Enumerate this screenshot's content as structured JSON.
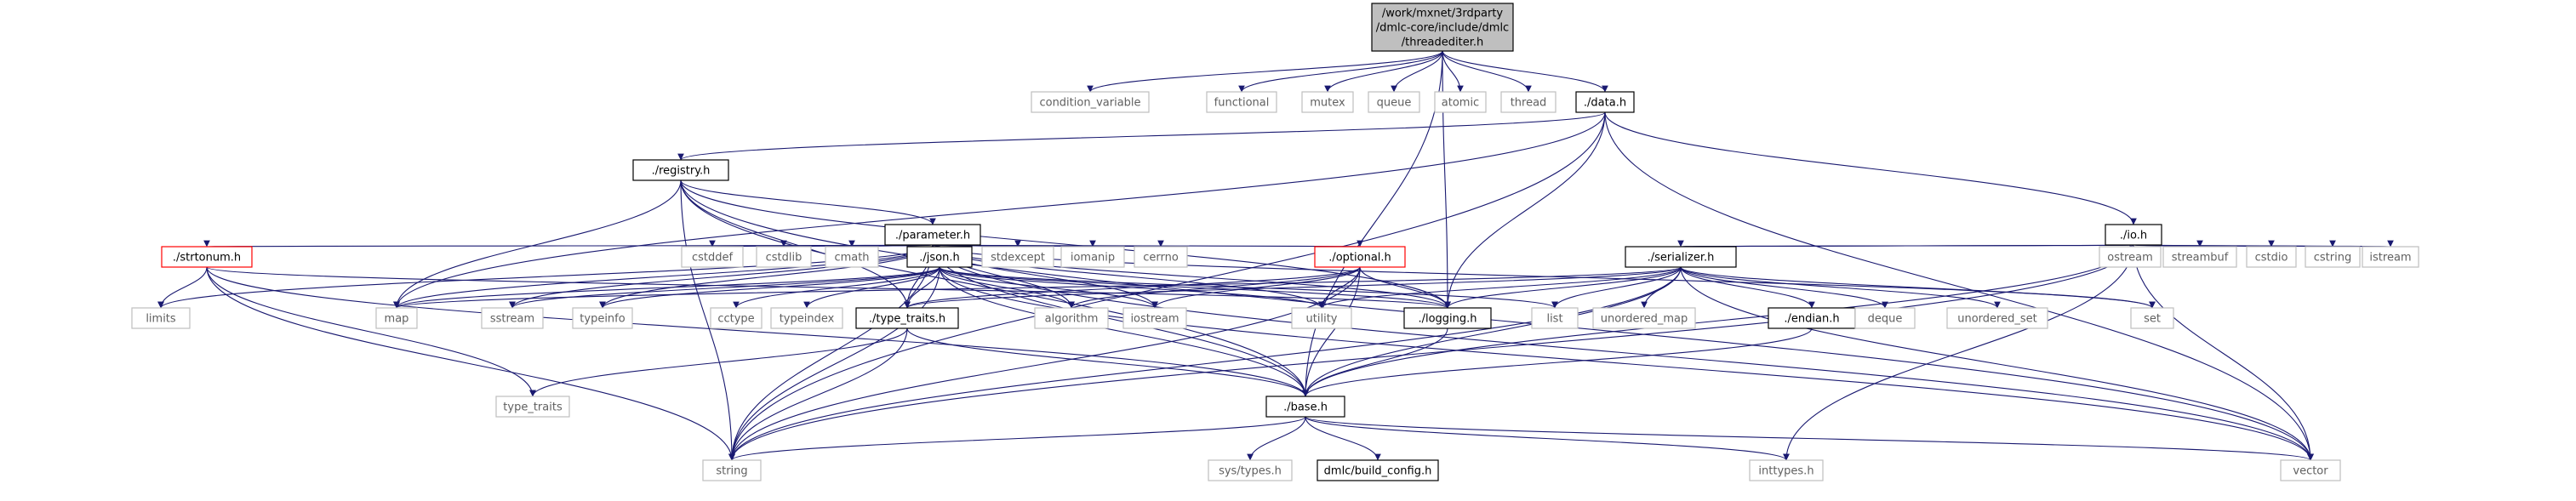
{
  "title_lines": [
    "/work/mxnet/3rdparty",
    "/dmlc-core/include/dmlc",
    "/threadediter.h"
  ],
  "colors": {
    "edge": "#191970",
    "root_fill": "#bfbfbf",
    "node_fill": "#ffffff",
    "black_border": "#000000",
    "grey_border": "#bfbfbf",
    "red_border": "#ff0000",
    "text_dark": "#000000",
    "text_grey": "#606060"
  },
  "nodes": [
    {
      "id": "root",
      "lines": [
        "/work/mxnet/3rdparty",
        "/dmlc-core/include/dmlc",
        "/threadediter.h"
      ],
      "style": "root"
    },
    {
      "id": "condition_variable",
      "lines": [
        "condition_variable"
      ],
      "style": "grey"
    },
    {
      "id": "functional",
      "lines": [
        "functional"
      ],
      "style": "grey"
    },
    {
      "id": "mutex",
      "lines": [
        "mutex"
      ],
      "style": "grey"
    },
    {
      "id": "queue",
      "lines": [
        "queue"
      ],
      "style": "grey"
    },
    {
      "id": "atomic",
      "lines": [
        "atomic"
      ],
      "style": "grey"
    },
    {
      "id": "thread",
      "lines": [
        "thread"
      ],
      "style": "grey"
    },
    {
      "id": "data",
      "lines": [
        "./data.h"
      ],
      "style": "black"
    },
    {
      "id": "registry",
      "lines": [
        "./registry.h"
      ],
      "style": "black"
    },
    {
      "id": "parameter",
      "lines": [
        "./parameter.h"
      ],
      "style": "black"
    },
    {
      "id": "io",
      "lines": [
        "./io.h"
      ],
      "style": "black"
    },
    {
      "id": "strtonum",
      "lines": [
        "./strtonum.h"
      ],
      "style": "red"
    },
    {
      "id": "limits",
      "lines": [
        "limits"
      ],
      "style": "grey"
    },
    {
      "id": "map",
      "lines": [
        "map"
      ],
      "style": "grey"
    },
    {
      "id": "cstddef",
      "lines": [
        "cstddef"
      ],
      "style": "grey"
    },
    {
      "id": "cstdlib",
      "lines": [
        "cstdlib"
      ],
      "style": "grey"
    },
    {
      "id": "cmath",
      "lines": [
        "cmath"
      ],
      "style": "grey"
    },
    {
      "id": "json",
      "lines": [
        "./json.h"
      ],
      "style": "black"
    },
    {
      "id": "stdexcept",
      "lines": [
        "stdexcept"
      ],
      "style": "grey"
    },
    {
      "id": "iomanip",
      "lines": [
        "iomanip"
      ],
      "style": "grey"
    },
    {
      "id": "cerrno",
      "lines": [
        "cerrno"
      ],
      "style": "grey"
    },
    {
      "id": "optional",
      "lines": [
        "./optional.h"
      ],
      "style": "red"
    },
    {
      "id": "sstream",
      "lines": [
        "sstream"
      ],
      "style": "grey"
    },
    {
      "id": "typeinfo",
      "lines": [
        "typeinfo"
      ],
      "style": "grey"
    },
    {
      "id": "cctype",
      "lines": [
        "cctype"
      ],
      "style": "grey"
    },
    {
      "id": "typeindex",
      "lines": [
        "typeindex"
      ],
      "style": "grey"
    },
    {
      "id": "type_traits_h",
      "lines": [
        "./type_traits.h"
      ],
      "style": "black"
    },
    {
      "id": "algorithm",
      "lines": [
        "algorithm"
      ],
      "style": "grey"
    },
    {
      "id": "iostream",
      "lines": [
        "iostream"
      ],
      "style": "grey"
    },
    {
      "id": "utility",
      "lines": [
        "utility"
      ],
      "style": "grey"
    },
    {
      "id": "logging",
      "lines": [
        "./logging.h"
      ],
      "style": "black"
    },
    {
      "id": "list",
      "lines": [
        "list"
      ],
      "style": "grey"
    },
    {
      "id": "serializer",
      "lines": [
        "./serializer.h"
      ],
      "style": "black"
    },
    {
      "id": "unordered_map",
      "lines": [
        "unordered_map"
      ],
      "style": "grey"
    },
    {
      "id": "endian",
      "lines": [
        "./endian.h"
      ],
      "style": "black"
    },
    {
      "id": "deque",
      "lines": [
        "deque"
      ],
      "style": "grey"
    },
    {
      "id": "unordered_set",
      "lines": [
        "unordered_set"
      ],
      "style": "grey"
    },
    {
      "id": "set",
      "lines": [
        "set"
      ],
      "style": "grey"
    },
    {
      "id": "ostream",
      "lines": [
        "ostream"
      ],
      "style": "grey"
    },
    {
      "id": "streambuf",
      "lines": [
        "streambuf"
      ],
      "style": "grey"
    },
    {
      "id": "cstdio",
      "lines": [
        "cstdio"
      ],
      "style": "grey"
    },
    {
      "id": "cstring",
      "lines": [
        "cstring"
      ],
      "style": "grey"
    },
    {
      "id": "istream",
      "lines": [
        "istream"
      ],
      "style": "grey"
    },
    {
      "id": "type_traits",
      "lines": [
        "type_traits"
      ],
      "style": "grey"
    },
    {
      "id": "base",
      "lines": [
        "./base.h"
      ],
      "style": "black"
    },
    {
      "id": "string",
      "lines": [
        "string"
      ],
      "style": "grey"
    },
    {
      "id": "sys_types",
      "lines": [
        "sys/types.h"
      ],
      "style": "grey"
    },
    {
      "id": "build_config",
      "lines": [
        "dmlc/build_config.h"
      ],
      "style": "black"
    },
    {
      "id": "inttypes",
      "lines": [
        "inttypes.h"
      ],
      "style": "grey"
    },
    {
      "id": "vector",
      "lines": [
        "vector"
      ],
      "style": "grey"
    }
  ],
  "edges": [
    [
      "root",
      "condition_variable"
    ],
    [
      "root",
      "functional"
    ],
    [
      "root",
      "mutex"
    ],
    [
      "root",
      "queue"
    ],
    [
      "root",
      "atomic"
    ],
    [
      "root",
      "thread"
    ],
    [
      "root",
      "data"
    ],
    [
      "root",
      "logging"
    ],
    [
      "root",
      "base"
    ],
    [
      "data",
      "registry"
    ],
    [
      "data",
      "io"
    ],
    [
      "data",
      "map"
    ],
    [
      "data",
      "logging"
    ],
    [
      "data",
      "vector"
    ],
    [
      "data",
      "string"
    ],
    [
      "registry",
      "parameter"
    ],
    [
      "registry",
      "map"
    ],
    [
      "registry",
      "string"
    ],
    [
      "registry",
      "vector"
    ],
    [
      "registry",
      "logging"
    ],
    [
      "registry",
      "base"
    ],
    [
      "registry",
      "type_traits_h"
    ],
    [
      "parameter",
      "strtonum"
    ],
    [
      "parameter",
      "limits"
    ],
    [
      "parameter",
      "map"
    ],
    [
      "parameter",
      "cstddef"
    ],
    [
      "parameter",
      "cstdlib"
    ],
    [
      "parameter",
      "cmath"
    ],
    [
      "parameter",
      "json"
    ],
    [
      "parameter",
      "stdexcept"
    ],
    [
      "parameter",
      "iomanip"
    ],
    [
      "parameter",
      "cerrno"
    ],
    [
      "parameter",
      "optional"
    ],
    [
      "parameter",
      "sstream"
    ],
    [
      "parameter",
      "typeinfo"
    ],
    [
      "parameter",
      "type_traits_h"
    ],
    [
      "parameter",
      "algorithm"
    ],
    [
      "parameter",
      "iostream"
    ],
    [
      "parameter",
      "utility"
    ],
    [
      "parameter",
      "logging"
    ],
    [
      "parameter",
      "set"
    ],
    [
      "parameter",
      "vector"
    ],
    [
      "parameter",
      "base"
    ],
    [
      "parameter",
      "string"
    ],
    [
      "strtonum",
      "limits"
    ],
    [
      "strtonum",
      "type_traits"
    ],
    [
      "strtonum",
      "string"
    ],
    [
      "strtonum",
      "base"
    ],
    [
      "strtonum",
      "logging"
    ],
    [
      "json",
      "map"
    ],
    [
      "json",
      "sstream"
    ],
    [
      "json",
      "typeinfo"
    ],
    [
      "json",
      "cctype"
    ],
    [
      "json",
      "typeindex"
    ],
    [
      "json",
      "type_traits_h"
    ],
    [
      "json",
      "algorithm"
    ],
    [
      "json",
      "iostream"
    ],
    [
      "json",
      "utility"
    ],
    [
      "json",
      "logging"
    ],
    [
      "json",
      "list"
    ],
    [
      "json",
      "vector"
    ],
    [
      "json",
      "base"
    ],
    [
      "json",
      "string"
    ],
    [
      "optional",
      "type_traits_h"
    ],
    [
      "optional",
      "algorithm"
    ],
    [
      "optional",
      "iostream"
    ],
    [
      "optional",
      "utility"
    ],
    [
      "optional",
      "logging"
    ],
    [
      "optional",
      "base"
    ],
    [
      "optional",
      "string"
    ],
    [
      "io",
      "serializer"
    ],
    [
      "io",
      "ostream"
    ],
    [
      "io",
      "streambuf"
    ],
    [
      "io",
      "cstdio"
    ],
    [
      "io",
      "cstring"
    ],
    [
      "io",
      "istream"
    ],
    [
      "io",
      "vector"
    ],
    [
      "io",
      "string"
    ],
    [
      "io",
      "base"
    ],
    [
      "io",
      "inttypes"
    ],
    [
      "serializer",
      "map"
    ],
    [
      "serializer",
      "type_traits_h"
    ],
    [
      "serializer",
      "utility"
    ],
    [
      "serializer",
      "logging"
    ],
    [
      "serializer",
      "list"
    ],
    [
      "serializer",
      "unordered_map"
    ],
    [
      "serializer",
      "endian"
    ],
    [
      "serializer",
      "deque"
    ],
    [
      "serializer",
      "unordered_set"
    ],
    [
      "serializer",
      "set"
    ],
    [
      "serializer",
      "vector"
    ],
    [
      "serializer",
      "base"
    ],
    [
      "serializer",
      "string"
    ],
    [
      "serializer",
      "io"
    ],
    [
      "type_traits_h",
      "type_traits"
    ],
    [
      "type_traits_h",
      "string"
    ],
    [
      "type_traits_h",
      "base"
    ],
    [
      "logging",
      "base"
    ],
    [
      "endian",
      "base"
    ],
    [
      "base",
      "sys_types"
    ],
    [
      "base",
      "build_config"
    ],
    [
      "base",
      "inttypes"
    ],
    [
      "base",
      "vector"
    ],
    [
      "base",
      "string"
    ]
  ]
}
